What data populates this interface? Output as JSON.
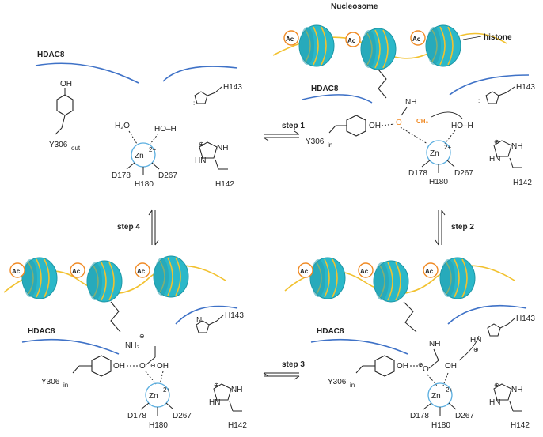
{
  "title": "Nucleosome",
  "labels": {
    "histone": "histone",
    "enzyme": "HDAC8",
    "acetyl": "Ac",
    "zinc": "Zn",
    "zinc_charge": "2+",
    "plus": "⊕",
    "minus": "⊖",
    "water": "H₂O",
    "hydroxyl": "HO–H",
    "nh": "NH",
    "methyl": "CH₃",
    "amine": "NH₃",
    "oh": "OH",
    "o": "O",
    "y306": "Y306",
    "y306_out_sub": "out",
    "y306_in_sub": "in",
    "h143": "H143",
    "h142": "H142",
    "d178": "D178",
    "h180": "H180",
    "d267": "D267",
    "hn": "HN"
  },
  "steps": {
    "step1": "step 1",
    "step2": "step 2",
    "step3": "step 3",
    "step4": "step 4"
  },
  "colors": {
    "nucleosome": "#2bb8c9",
    "dna": "#f2c12e",
    "acetyl": "#f08a24",
    "enzyme_line": "#3f72c7",
    "zinc": "#5aaee0"
  }
}
